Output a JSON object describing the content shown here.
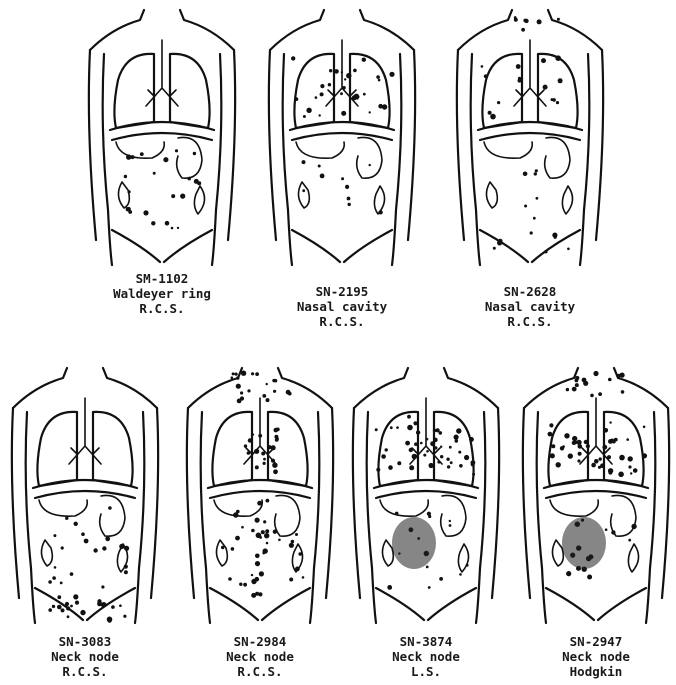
{
  "panels": [
    {
      "id": "SM-1102",
      "site": "Waldeyer ring",
      "type": "R.C.S.",
      "pattern": "abdomen-sparse",
      "dots": 22,
      "dark": 0
    },
    {
      "id": "SN-2195",
      "site": "Nasal cavity",
      "type": "R.C.S.",
      "pattern": "lung-abdomen",
      "dots": 40,
      "dark": 0
    },
    {
      "id": "SN-2628",
      "site": "Nasal cavity",
      "type": "R.C.S.",
      "pattern": "lung-spine",
      "dots": 36,
      "dark": 0
    },
    {
      "id": "SN-3083",
      "site": "Neck node",
      "type": "R.C.S.",
      "pattern": "abdomen-dense",
      "dots": 40,
      "dark": 0
    },
    {
      "id": "SN-2984",
      "site": "Neck node",
      "type": "R.C.S.",
      "pattern": "neck-mediastinum-abdomen",
      "dots": 80,
      "dark": 0
    },
    {
      "id": "SN-3874",
      "site": "Neck node",
      "type": "L.S.",
      "pattern": "abdomen-massive",
      "dots": 60,
      "dark": 1
    },
    {
      "id": "SN-2947",
      "site": "Neck node",
      "type": "Hodgkin",
      "pattern": "chest-abdomen-massive",
      "dots": 70,
      "dark": 1
    }
  ]
}
